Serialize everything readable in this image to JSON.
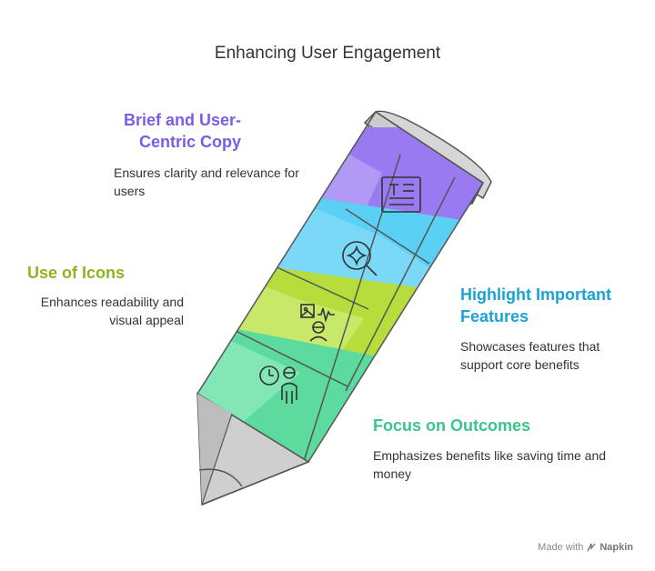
{
  "title": "Enhancing User Engagement",
  "sections": {
    "brief": {
      "heading": "Brief and User-Centric Copy",
      "description": "Ensures clarity and relevance for users",
      "color": "#7B5CE6",
      "icon": "text-document-icon"
    },
    "icons": {
      "heading": "Use of Icons",
      "description": "Enhances readability and visual appeal",
      "color": "#8DB51C",
      "icon": "image-audio-person-icon"
    },
    "highlight": {
      "heading": "Highlight Important Features",
      "description": "Showcases features that support core benefits",
      "color": "#1BA3D6",
      "icon": "magnify-sparkle-icon"
    },
    "focus": {
      "heading": "Focus on Outcomes",
      "description": "Emphasizes benefits like saving time and money",
      "color": "#3CC48A",
      "icon": "clock-person-icon"
    }
  },
  "footer": {
    "made_with": "Made with",
    "brand": "Napkin"
  }
}
